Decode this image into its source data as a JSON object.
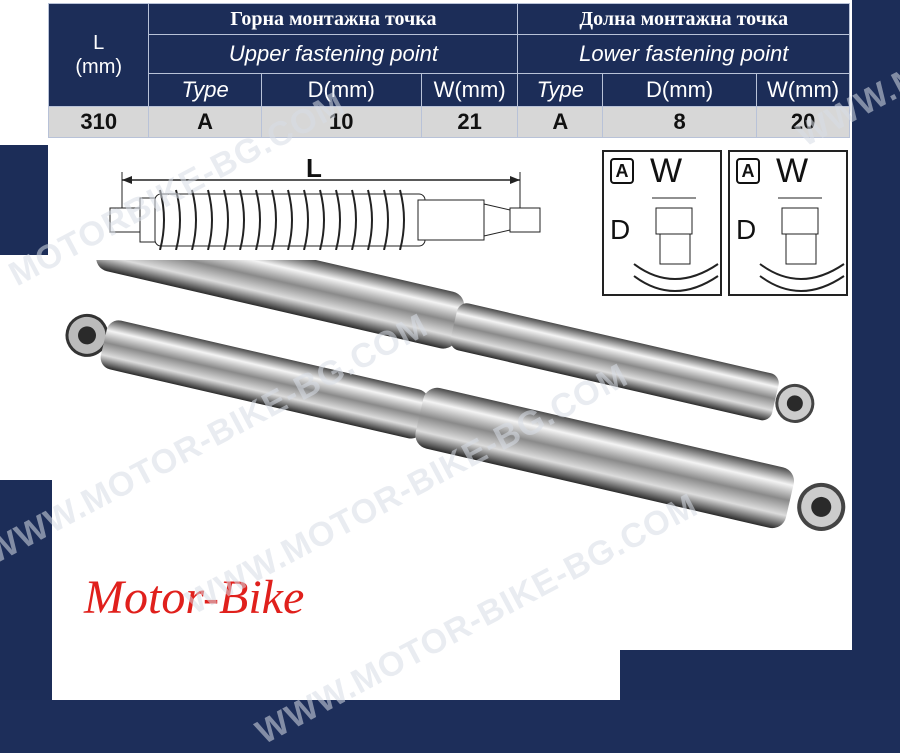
{
  "table": {
    "l_header": "L\n(mm)",
    "upper_bg": "Горна монтажна точка",
    "upper_en": "Upper fastening point",
    "lower_bg": "Долна монтажна точка",
    "lower_en": "Lower fastening point",
    "col_type": "Type",
    "col_d": "D(mm)",
    "col_w": "W(mm)",
    "values": {
      "l": "310",
      "upper_type": "A",
      "upper_d": "10",
      "upper_w": "21",
      "lower_type": "A",
      "lower_d": "8",
      "lower_w": "20"
    }
  },
  "diagram": {
    "length_label": "L"
  },
  "mount_boxes": [
    {
      "type": "A",
      "w_label": "W",
      "d_label": "D"
    },
    {
      "type": "A",
      "w_label": "W",
      "d_label": "D"
    }
  ],
  "brand": "Motor-Bike",
  "watermarks": [
    "WWW.MOTOR-BIKE-BG.COM",
    "WWW.MOTOR-BIKE-BG.COM",
    "MOTORBIKE-BG.COM",
    "WWW.MOTOR-BIKE-BG.COM",
    "WWW.MO"
  ]
}
